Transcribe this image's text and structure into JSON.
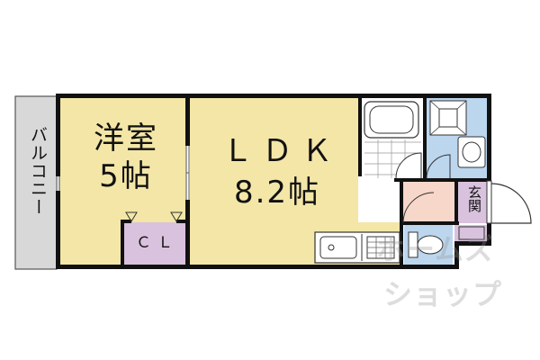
{
  "rooms": {
    "western": {
      "name": "洋室",
      "size": "5帖"
    },
    "ldk": {
      "name": "ＬＤＫ",
      "size": "8.2帖"
    },
    "closet": {
      "name": "ＣＬ"
    },
    "balcony": {
      "name": "バルコニー"
    },
    "entrance": {
      "name": "玄関"
    }
  },
  "watermark": {
    "line1": "ホームズ",
    "line2": "ショップ"
  },
  "colors": {
    "western_room": "#F3E6A7",
    "ldk": "#F3E6A7",
    "closet": "#D9C2DE",
    "balcony": "#D8D8D8",
    "bath": "#FFFFFF",
    "washroom": "#BCD6EE",
    "entrance_hall": "#F6D7C9",
    "genkan": "#D9C2DE",
    "walls": "#111111"
  }
}
